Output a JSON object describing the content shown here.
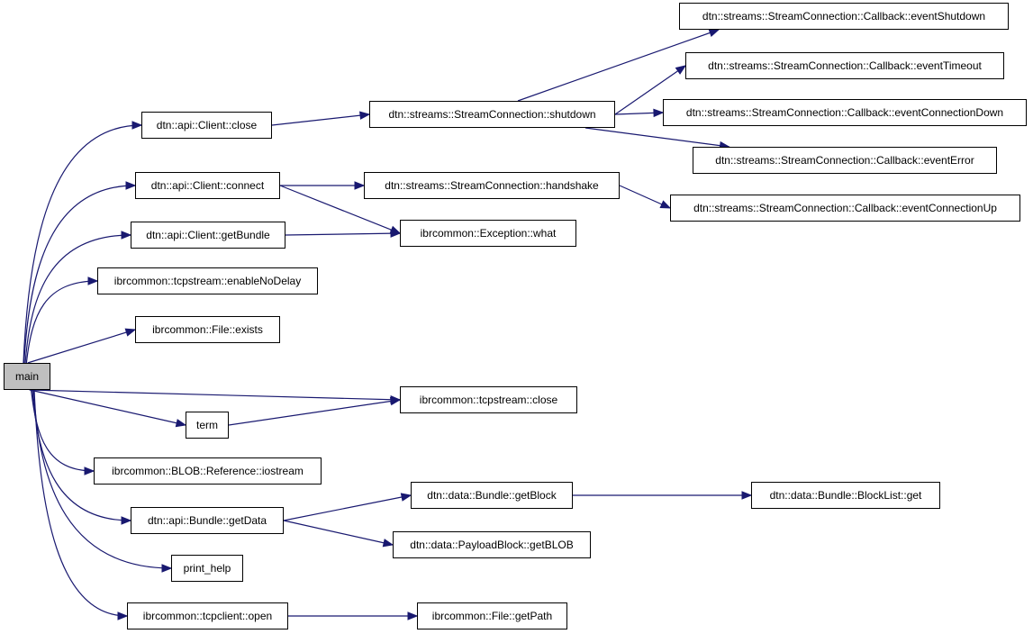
{
  "diagram": {
    "edge_color": "#191970",
    "root_fill": "#bfbfbf",
    "nodes": [
      {
        "id": "main",
        "label": "main",
        "root": true
      },
      {
        "id": "client_close",
        "label": "dtn::api::Client::close"
      },
      {
        "id": "client_connect",
        "label": "dtn::api::Client::connect"
      },
      {
        "id": "client_getbundle",
        "label": "dtn::api::Client::getBundle"
      },
      {
        "id": "tcp_nodelay",
        "label": "ibrcommon::tcpstream::enableNoDelay"
      },
      {
        "id": "file_exists",
        "label": "ibrcommon::File::exists"
      },
      {
        "id": "term",
        "label": "term"
      },
      {
        "id": "blob_iostream",
        "label": "ibrcommon::BLOB::Reference::iostream"
      },
      {
        "id": "bundle_getdata",
        "label": "dtn::api::Bundle::getData"
      },
      {
        "id": "print_help",
        "label": "print_help"
      },
      {
        "id": "tcpclient_open",
        "label": "ibrcommon::tcpclient::open"
      },
      {
        "id": "sc_shutdown",
        "label": "dtn::streams::StreamConnection::shutdown"
      },
      {
        "id": "sc_handshake",
        "label": "dtn::streams::StreamConnection::handshake"
      },
      {
        "id": "exc_what",
        "label": "ibrcommon::Exception::what"
      },
      {
        "id": "tcpstream_close",
        "label": "ibrcommon::tcpstream::close"
      },
      {
        "id": "data_getblock",
        "label": "dtn::data::Bundle::getBlock"
      },
      {
        "id": "payload_getblob",
        "label": "dtn::data::PayloadBlock::getBLOB"
      },
      {
        "id": "file_getpath",
        "label": "ibrcommon::File::getPath"
      },
      {
        "id": "cb_shutdown",
        "label": "dtn::streams::StreamConnection::Callback::eventShutdown"
      },
      {
        "id": "cb_timeout",
        "label": "dtn::streams::StreamConnection::Callback::eventTimeout"
      },
      {
        "id": "cb_conndown",
        "label": "dtn::streams::StreamConnection::Callback::eventConnectionDown"
      },
      {
        "id": "cb_error",
        "label": "dtn::streams::StreamConnection::Callback::eventError"
      },
      {
        "id": "cb_connup",
        "label": "dtn::streams::StreamConnection::Callback::eventConnectionUp"
      },
      {
        "id": "blocklist_get",
        "label": "dtn::data::Bundle::BlockList::get"
      }
    ],
    "edges": [
      [
        "main",
        "client_close"
      ],
      [
        "main",
        "client_connect"
      ],
      [
        "main",
        "client_getbundle"
      ],
      [
        "main",
        "tcp_nodelay"
      ],
      [
        "main",
        "file_exists"
      ],
      [
        "main",
        "tcpstream_close"
      ],
      [
        "main",
        "term"
      ],
      [
        "main",
        "blob_iostream"
      ],
      [
        "main",
        "bundle_getdata"
      ],
      [
        "main",
        "print_help"
      ],
      [
        "main",
        "tcpclient_open"
      ],
      [
        "client_close",
        "sc_shutdown"
      ],
      [
        "sc_shutdown",
        "cb_shutdown"
      ],
      [
        "sc_shutdown",
        "cb_timeout"
      ],
      [
        "sc_shutdown",
        "cb_conndown"
      ],
      [
        "sc_shutdown",
        "cb_error"
      ],
      [
        "client_connect",
        "sc_handshake"
      ],
      [
        "client_connect",
        "exc_what"
      ],
      [
        "sc_handshake",
        "cb_connup"
      ],
      [
        "client_getbundle",
        "exc_what"
      ],
      [
        "term",
        "tcpstream_close"
      ],
      [
        "bundle_getdata",
        "data_getblock"
      ],
      [
        "bundle_getdata",
        "payload_getblob"
      ],
      [
        "data_getblock",
        "blocklist_get"
      ],
      [
        "tcpclient_open",
        "file_getpath"
      ]
    ]
  }
}
